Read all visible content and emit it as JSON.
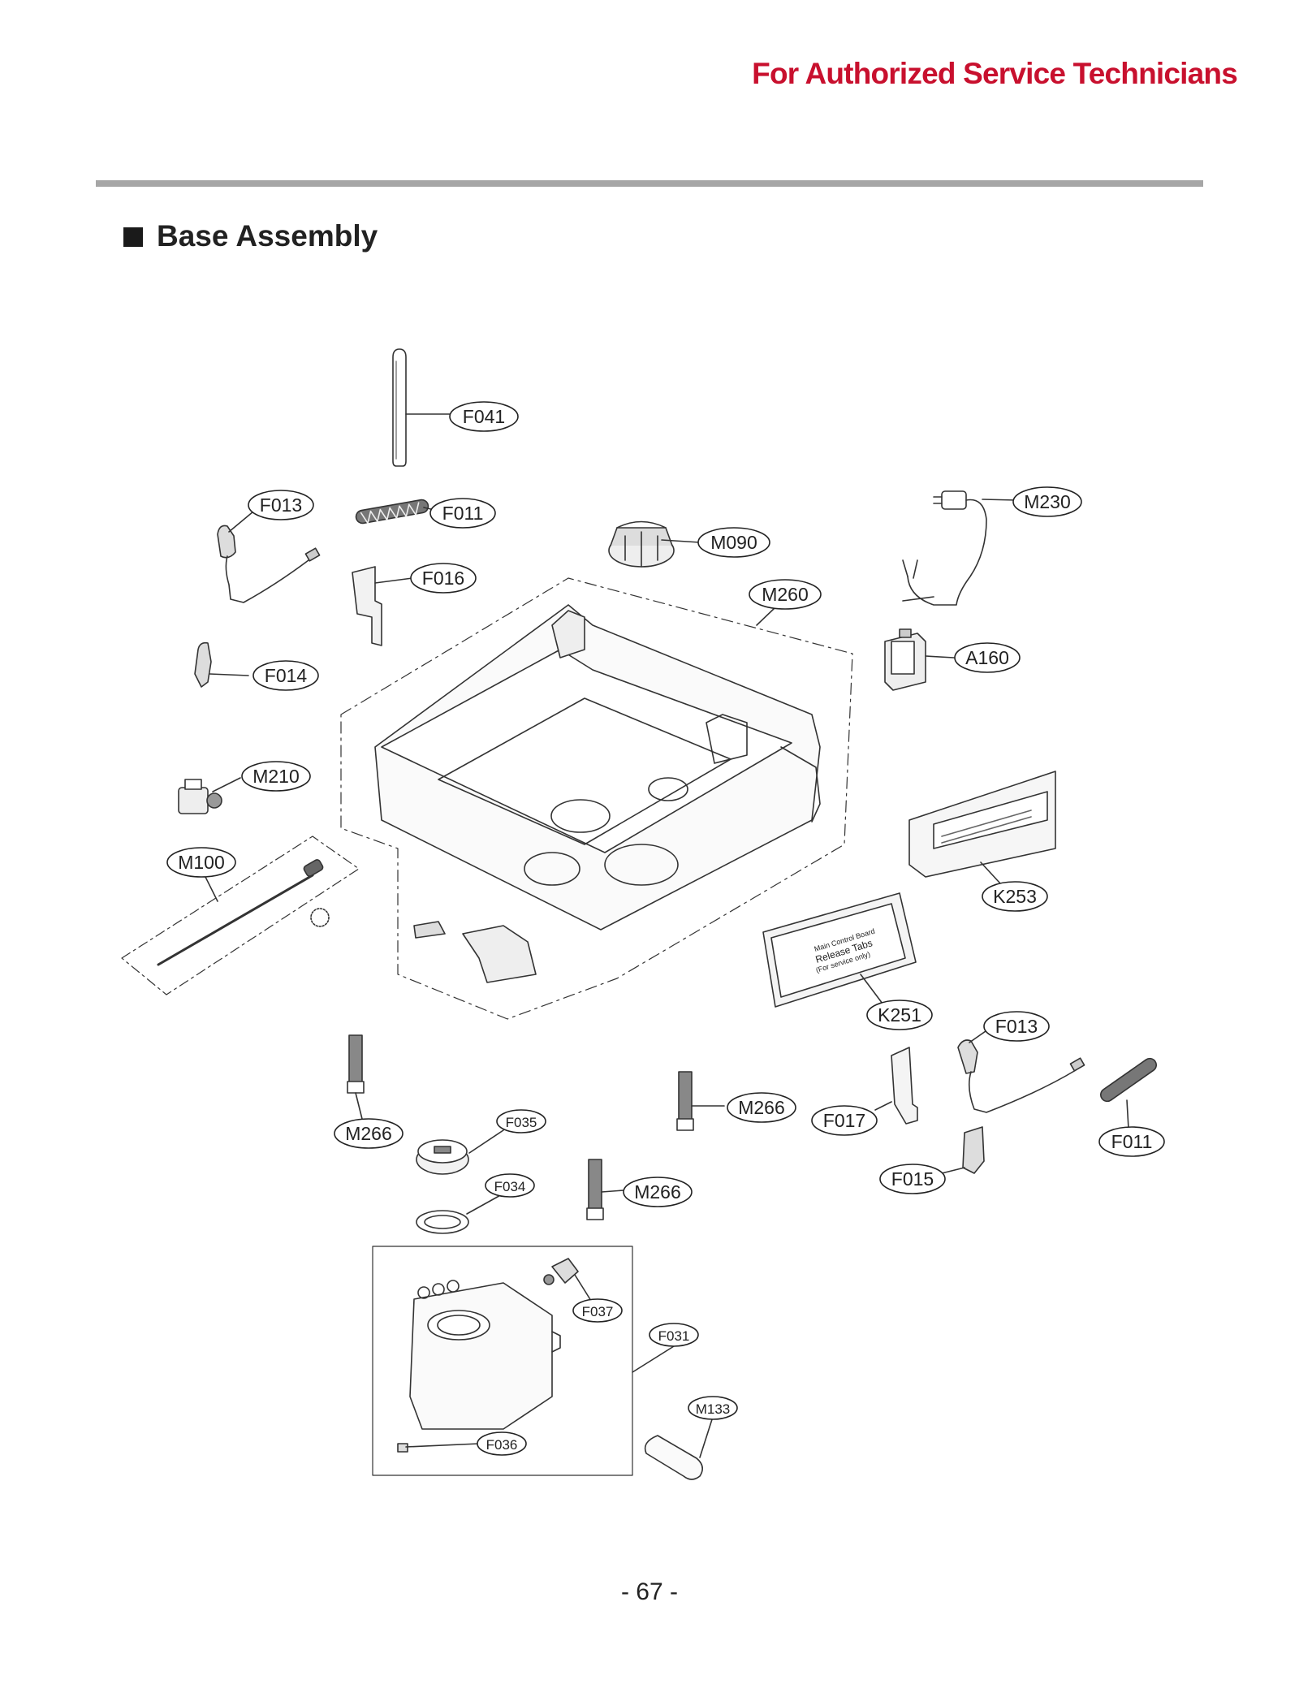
{
  "header": {
    "text": "For Authorized Service Technicians",
    "color": "#c8102e"
  },
  "section": {
    "title": "Base Assembly"
  },
  "diagram": {
    "callouts": [
      {
        "id": "F041",
        "label": "F041"
      },
      {
        "id": "F013-left",
        "label": "F013"
      },
      {
        "id": "F011-left",
        "label": "F011"
      },
      {
        "id": "F016",
        "label": "F016"
      },
      {
        "id": "M090",
        "label": "M090"
      },
      {
        "id": "M230",
        "label": "M230"
      },
      {
        "id": "M260",
        "label": "M260"
      },
      {
        "id": "F014",
        "label": "F014"
      },
      {
        "id": "A160",
        "label": "A160"
      },
      {
        "id": "M210",
        "label": "M210"
      },
      {
        "id": "M100",
        "label": "M100"
      },
      {
        "id": "K253",
        "label": "K253"
      },
      {
        "id": "K251",
        "label": "K251"
      },
      {
        "id": "F013-right",
        "label": "F013"
      },
      {
        "id": "M266-left",
        "label": "M266"
      },
      {
        "id": "F035",
        "label": "F035"
      },
      {
        "id": "M266-center",
        "label": "M266"
      },
      {
        "id": "F017",
        "label": "F017"
      },
      {
        "id": "F011-right",
        "label": "F011"
      },
      {
        "id": "F034",
        "label": "F034"
      },
      {
        "id": "M266-lower",
        "label": "M266"
      },
      {
        "id": "F015",
        "label": "F015"
      },
      {
        "id": "F037",
        "label": "F037"
      },
      {
        "id": "F031",
        "label": "F031"
      },
      {
        "id": "M133",
        "label": "M133"
      },
      {
        "id": "F036",
        "label": "F036"
      }
    ],
    "board_label": {
      "line1": "Main Control Board",
      "line2": "Release Tabs",
      "line3": "(For service only)"
    }
  },
  "footer": {
    "page_number": "- 67 -"
  }
}
